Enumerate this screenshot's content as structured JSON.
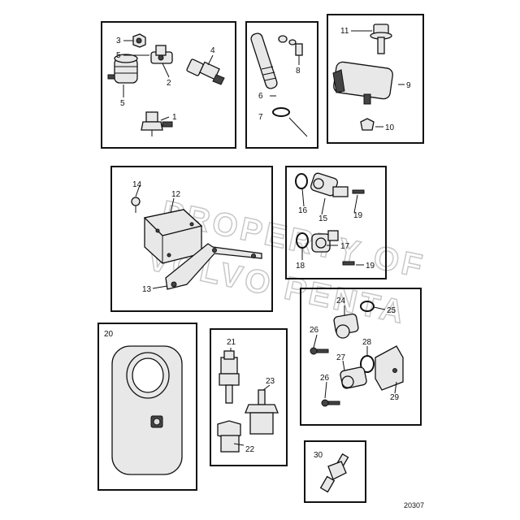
{
  "watermark": {
    "line1": "PROPERTY OF",
    "line2": "VOLVO PENTA"
  },
  "reference": "20307",
  "callouts": [
    "1",
    "2",
    "3",
    "4",
    "5",
    "6",
    "7",
    "8",
    "9",
    "10",
    "11",
    "12",
    "13",
    "14",
    "15",
    "16",
    "17",
    "18",
    "19",
    "20",
    "21",
    "22",
    "23",
    "24",
    "25",
    "26",
    "27",
    "28",
    "29",
    "30"
  ],
  "extra_callouts": {
    "c19b": "19",
    "c26b": "26"
  }
}
